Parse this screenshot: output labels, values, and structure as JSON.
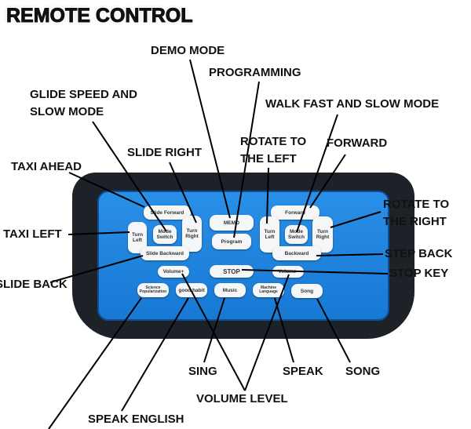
{
  "title": "REMOTE CONTROL",
  "callouts": {
    "demo_mode": "DEMO MODE",
    "programming": "PROGRAMMING",
    "glide_speed_1": "GLIDE SPEED AND",
    "glide_speed_2": "SLOW MODE",
    "walk_fast": "WALK FAST AND SLOW MODE",
    "slide_right": "SLIDE RIGHT",
    "rotate_left_1": "ROTATE TO",
    "rotate_left_2": "THE LEFT",
    "forward": "FORWARD",
    "taxi_ahead": "TAXI AHEAD",
    "rotate_right_1": "ROTATE TO",
    "rotate_right_2": "THE RIGHT",
    "taxi_left": "TAXI LEFT",
    "step_back": "STEP BACK",
    "slide_back": "SLIDE BACK",
    "stop_key": "STOP KEY",
    "sing": "SING",
    "speak": "SPEAK",
    "song": "SONG",
    "volume_level": "VOLUME LEVEL",
    "speak_english": "SPEAK ENGLISH"
  },
  "buttons": {
    "slide_forward": "Slide Forward",
    "turn_left_l": "Turn Left",
    "mode_switch_l": "Mode Switch",
    "turn_right_l": "Turn Right",
    "slide_backward": "Slide Backward",
    "memo": "MEMO",
    "program": "Program",
    "forward": "Forward",
    "turn_left_r": "Turn Left",
    "mode_switch_r": "Mode Switch",
    "turn_right_r": "Turn Right",
    "backward": "Backward",
    "volume_up": "Volume+",
    "stop": "STOP",
    "volume_down": "Volume-",
    "science": "Science Popularization",
    "good_habit": "good habit",
    "music": "Music",
    "machine_language": "Machine Language",
    "song": "Song"
  }
}
